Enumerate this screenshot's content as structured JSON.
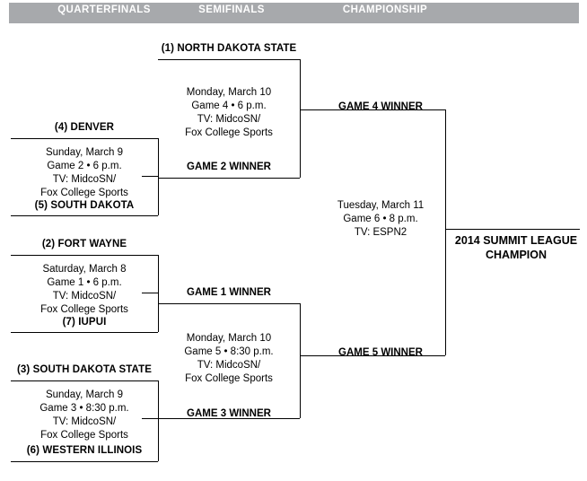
{
  "header": {
    "rounds": [
      {
        "label": "QUARTERFINALS"
      },
      {
        "label": "SEMIFINALS"
      },
      {
        "label": "CHAMPIONSHIP"
      }
    ],
    "band_color": "#a7a9ac",
    "label_color": "#ffffff"
  },
  "quarterfinals": [
    {
      "top_team": "(4) DENVER",
      "bottom_team": "(5) SOUTH DAKOTA",
      "date": "Sunday, March 9",
      "game_time": "Game 2 • 6 p.m.",
      "tv_line1": "TV: MidcoSN/",
      "tv_line2": "Fox College Sports"
    },
    {
      "top_team": "(2) FORT WAYNE",
      "bottom_team": "(7) IUPUI",
      "date": "Saturday, March 8",
      "game_time": "Game 1 • 6 p.m.",
      "tv_line1": "TV: MidcoSN/",
      "tv_line2": "Fox College Sports"
    },
    {
      "top_team": "(3) SOUTH DAKOTA STATE",
      "bottom_team": "(6) WESTERN ILLINOIS",
      "date": "Sunday, March 9",
      "game_time": "Game 3 • 8:30 p.m.",
      "tv_line1": "TV: MidcoSN/",
      "tv_line2": "Fox College Sports"
    }
  ],
  "semifinals": [
    {
      "top_team": "(1) NORTH DAKOTA STATE",
      "bottom_team": "GAME 2 WINNER",
      "date": "Monday, March 10",
      "game_time": "Game 4 • 6 p.m.",
      "tv_line1": "TV: MidcoSN/",
      "tv_line2": "Fox College Sports"
    },
    {
      "top_team": "GAME 1 WINNER",
      "bottom_team": "GAME 3 WINNER",
      "date": "Monday, March 10",
      "game_time": "Game 5 • 8:30 p.m.",
      "tv_line1": "TV: MidcoSN/",
      "tv_line2": "Fox College Sports"
    }
  ],
  "championship": {
    "top_team": "GAME 4 WINNER",
    "bottom_team": "GAME 5 WINNER",
    "date": "Tuesday, March 11",
    "game_time": "Game 6 • 8 p.m.",
    "tv_line1": "TV: ESPN2",
    "champion_line1": "2014 SUMMIT LEAGUE",
    "champion_line2": "CHAMPION"
  }
}
